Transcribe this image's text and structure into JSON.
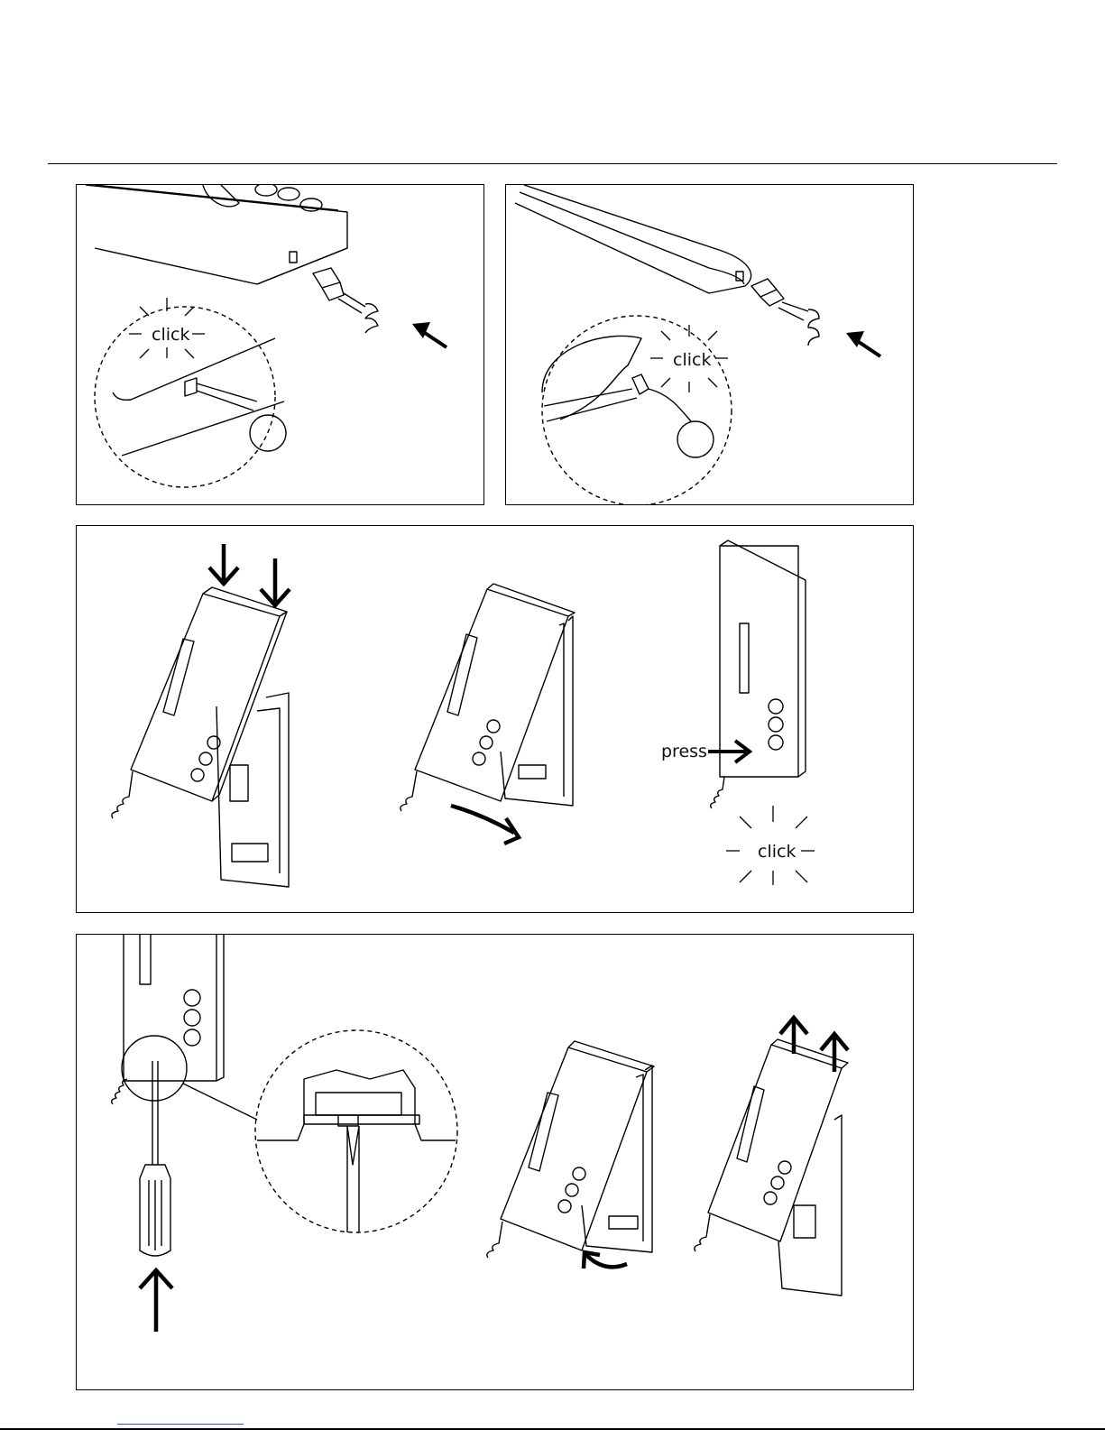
{
  "labels": {
    "click": "click",
    "press": "press"
  },
  "colors": {
    "line": "#000000",
    "paper": "#ffffff",
    "link_underline": "#3a4fd8"
  },
  "steps": [
    {
      "id": "connect-cord-handset-a",
      "action": "plug cord into handset"
    },
    {
      "id": "connect-cord-handset-b",
      "action": "plug cord into handset"
    },
    {
      "id": "mount-handset",
      "action": "hook, rotate, press"
    },
    {
      "id": "remove-handset",
      "action": "screwdriver release, rotate, lift"
    }
  ]
}
